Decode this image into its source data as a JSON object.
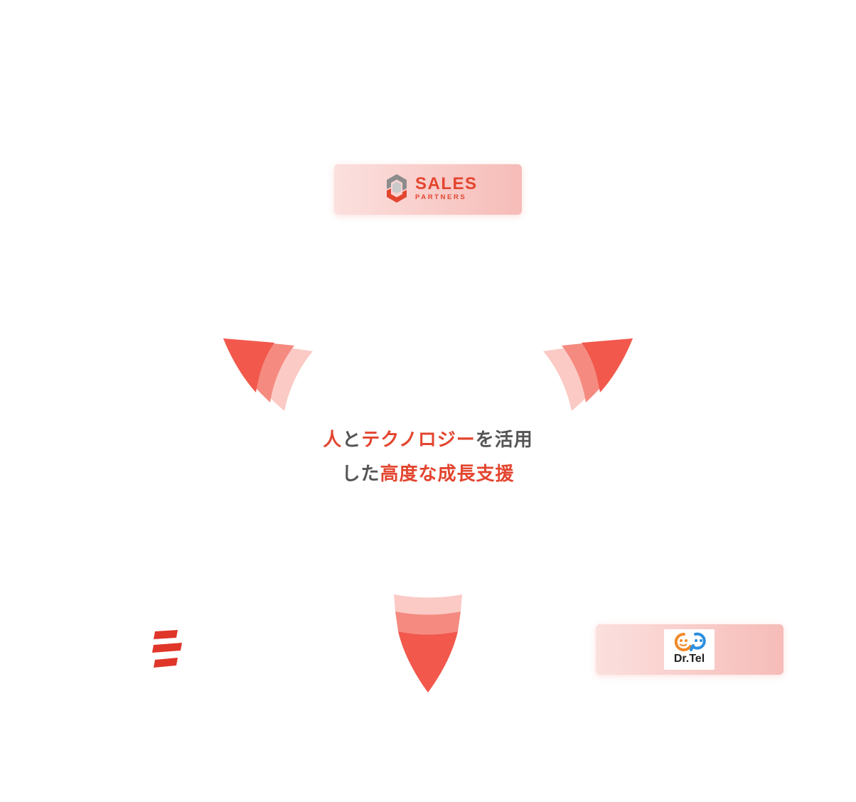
{
  "brand_top": {
    "logo_word_1": "SALES",
    "logo_word_2": "PARTNERS",
    "logo_icon": "sales-partners-logo-icon"
  },
  "brand_right": {
    "logo_text": "Dr.Tel",
    "logo_icon": "dr-tel-faces-icon"
  },
  "slogan": {
    "line1": [
      {
        "text": "人",
        "highlight": true
      },
      {
        "text": "と",
        "highlight": false
      },
      {
        "text": "テクノロジー",
        "highlight": true
      },
      {
        "text": "を活用",
        "highlight": false
      }
    ],
    "line2": [
      {
        "text": "した",
        "highlight": false
      },
      {
        "text": "高度な成長支援",
        "highlight": true
      }
    ]
  },
  "colors": {
    "accent": "#e3452f",
    "petal_dark": "#f2584c",
    "petal_mid": "#f58a80",
    "petal_light": "#fbcac5",
    "text_gray": "#555555",
    "badge_from": "#fbe0de",
    "badge_to": "#f6bcb8"
  },
  "icons": {
    "menu": "hamburger-menu-icon"
  }
}
